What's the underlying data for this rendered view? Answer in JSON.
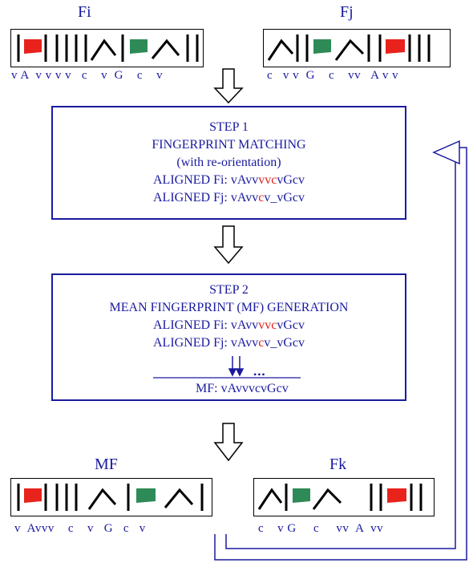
{
  "fingerprints": {
    "fi": {
      "title": "Fi",
      "label": "v A  v v v v   c    v  G    c    v"
    },
    "fj": {
      "title": "Fj",
      "label": "c   v v  G    c    vv   A v v"
    },
    "mf": {
      "title": "MF",
      "label": "v  Avvv    c    v   G   c   v"
    },
    "fk": {
      "title": "Fk",
      "label": "c    v G     c     vv  A  vv"
    }
  },
  "step1": {
    "heading": "STEP 1",
    "name": "FINGERPRINT MATCHING",
    "note": "(with re-orientation)",
    "fi_prefix": "ALIGNED Fi: ",
    "fi_a": "vAvv",
    "fi_red": "vvc",
    "fi_b": "vGcv",
    "fj_prefix": "ALIGNED Fj: ",
    "fj_a": "vAvv",
    "fj_red": "c",
    "fj_b": "v_vGcv"
  },
  "step2": {
    "heading": "STEP 2",
    "name": "MEAN FINGERPRINT (MF) GENERATION",
    "fi_prefix": "ALIGNED Fi: ",
    "fi_a": "vAvv",
    "fi_red": "vvc",
    "fi_b": "vGcv",
    "fj_prefix": "ALIGNED Fj: ",
    "fj_a": "vAvv",
    "fj_red": "c",
    "fj_b": "v_vGcv",
    "ellipsis": "•••",
    "mf_line": "MF: vAvvvcvGcv"
  },
  "colors": {
    "text": "#1a1aa0",
    "highlight": "#e0201a",
    "flag_red": "#e8231c",
    "flag_green": "#2e8b57"
  }
}
